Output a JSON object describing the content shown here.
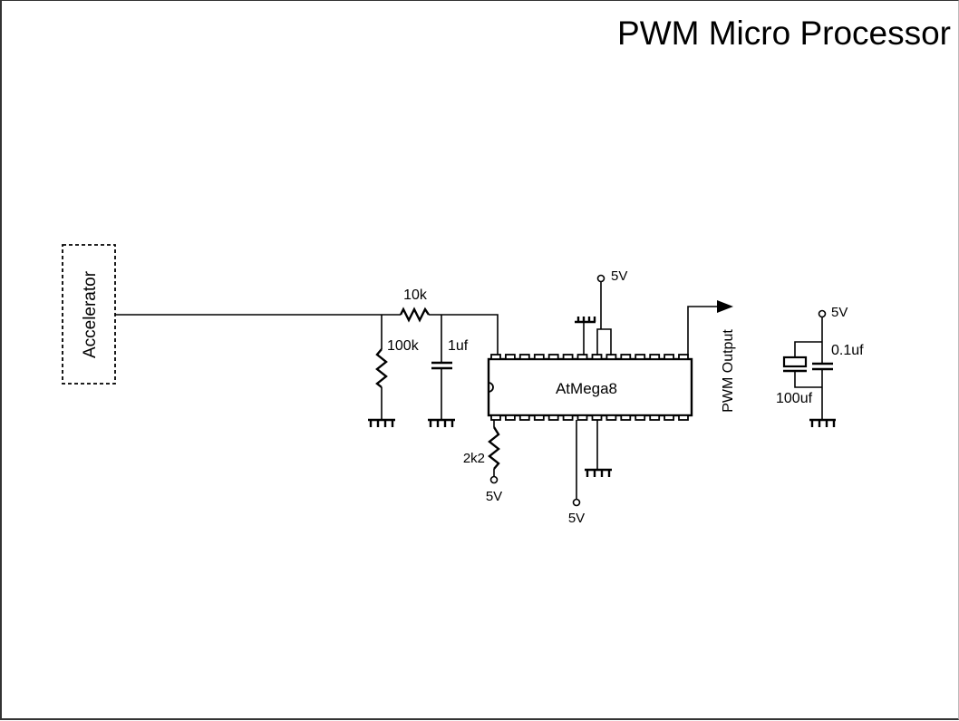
{
  "title": "PWM Micro Processor",
  "components": {
    "accelerator": {
      "label": "Accelerator"
    },
    "r_series": {
      "label": "10k"
    },
    "r_pulldown": {
      "label": "100k"
    },
    "c_filter": {
      "label": "1uf"
    },
    "chip": {
      "label": "AtMega8",
      "pins_per_side": 14
    },
    "r_reset": {
      "label": "2k2"
    },
    "output": {
      "label": "PWM Output"
    },
    "c_decouple_small": {
      "label": "0.1uf"
    },
    "c_decouple_large": {
      "label": "100uf"
    }
  },
  "supplies": {
    "vcc_top": "5V",
    "vcc_reset": "5V",
    "vcc_bottom": "5V",
    "vcc_decouple": "5V"
  }
}
